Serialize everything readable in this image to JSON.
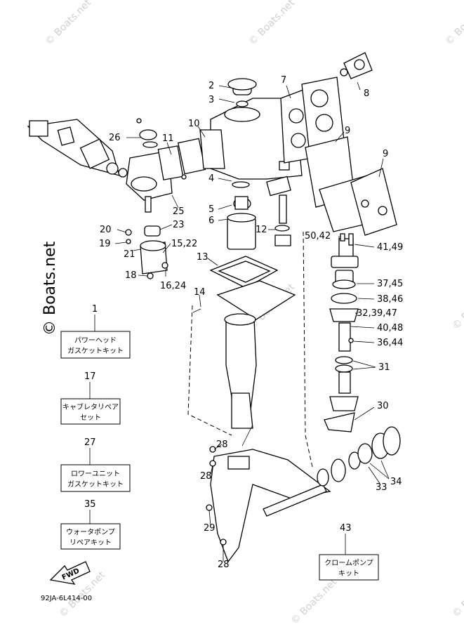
{
  "watermarks": [
    "© Boats.net",
    "© Boats.net",
    "© Boats.net",
    "© Boats.net",
    "© Boats.net",
    "© Boats.net",
    "© Boats.net",
    "© Boats.net"
  ],
  "callouts": {
    "c2": "2",
    "c3": "3",
    "c7": "7",
    "c8": "8",
    "c9a": "9",
    "c9b": "9",
    "c10": "10",
    "c11": "11",
    "c26": "26",
    "c4": "4",
    "c5": "5",
    "c6": "6",
    "c12": "12",
    "c13": "13",
    "c14": "14",
    "c23": "23",
    "c25": "25",
    "c20": "20",
    "c19": "19",
    "c21": "21",
    "c15_22": "15,22",
    "c18": "18",
    "c16_24": "16,24",
    "c50_42": "50,42",
    "c41_49": "41,49",
    "c37_45": "37,45",
    "c38_46": "38,46",
    "c32_39_47": "32,39,47",
    "c40_48": "40,48",
    "c36_44": "36,44",
    "c31": "31",
    "c30": "30",
    "c34": "34",
    "c33": "33",
    "c28a": "28",
    "c28b": "28",
    "c29": "29",
    "c28c": "28",
    "c1": "1",
    "c17": "17",
    "c27": "27",
    "c35": "35",
    "c43": "43"
  },
  "kits": {
    "k1": {
      "line1": "パワーヘッド",
      "line2": "ガスケットキット"
    },
    "k17": {
      "line1": "キャブレタリペア",
      "line2": "セット"
    },
    "k27": {
      "line1": "ロワーユニット",
      "line2": "ガスケットキット"
    },
    "k35": {
      "line1": "ウォータポンプ",
      "line2": "リペアキット"
    },
    "k43": {
      "line1": "クロームポンプ",
      "line2": "キット"
    }
  },
  "fwd_label": "FWD",
  "doc_code": "92JA-6L414-00"
}
